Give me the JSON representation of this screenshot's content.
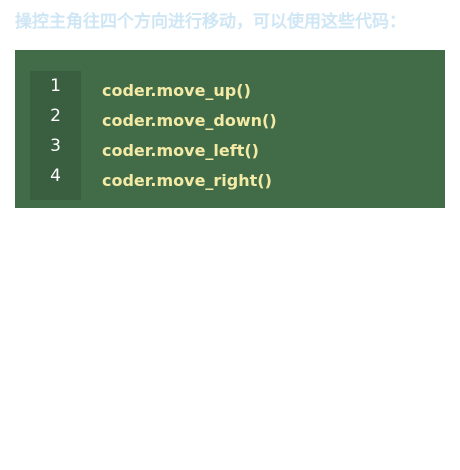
{
  "intro": {
    "text": "操控主角往四个方向进行移动，可以使用这些代码："
  },
  "code": {
    "lines": [
      {
        "number": "1",
        "text": "coder.move_up()"
      },
      {
        "number": "2",
        "text": "coder.move_down()"
      },
      {
        "number": "3",
        "text": "coder.move_left()"
      },
      {
        "number": "4",
        "text": "coder.move_right()"
      }
    ]
  },
  "colors": {
    "intro_text": "#cfe6f5",
    "code_background": "#426b48",
    "gutter_background": "#3a5e40",
    "line_number": "#ffffff",
    "code_text": "#f3eaa6"
  }
}
